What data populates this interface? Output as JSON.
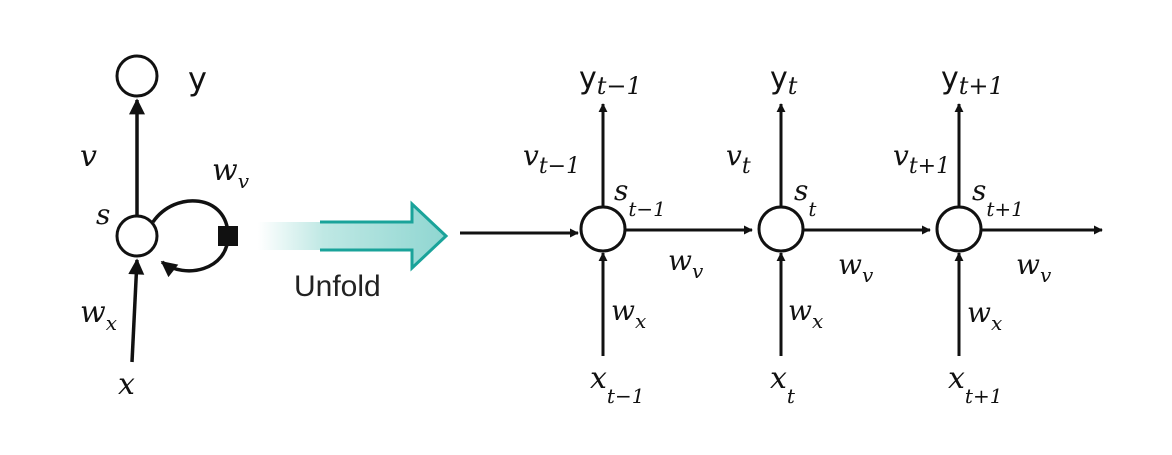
{
  "folded": {
    "output": "y",
    "output_weight": "v",
    "state": "s",
    "recurrent_weight": "w",
    "recurrent_weight_sub": "v",
    "input_weight": "w",
    "input_weight_sub": "x",
    "input": "x"
  },
  "unfold_label": "Unfold",
  "steps": [
    {
      "y": "y",
      "y_sub": "t−1",
      "v": "v",
      "v_sub": "t−1",
      "s": "s",
      "s_sub": "t−1",
      "wx": "w",
      "wx_sub": "x",
      "x": "x",
      "x_sub": "t−1",
      "wv": "w",
      "wv_sub": "v"
    },
    {
      "y": "y",
      "y_sub": "t",
      "v": "v",
      "v_sub": "t",
      "s": "s",
      "s_sub": "t",
      "wx": "w",
      "wx_sub": "x",
      "x": "x",
      "x_sub": "t",
      "wv": "w",
      "wv_sub": "v"
    },
    {
      "y": "y",
      "y_sub": "t+1",
      "v": "v",
      "v_sub": "t+1",
      "s": "s",
      "s_sub": "t+1",
      "wx": "w",
      "wx_sub": "x",
      "x": "x",
      "x_sub": "t+1",
      "wv": "w",
      "wv_sub": "v"
    }
  ],
  "colors": {
    "stroke": "#111111",
    "arrow_fill": "#8fd6d1",
    "arrow_stroke": "#1aa39a"
  }
}
